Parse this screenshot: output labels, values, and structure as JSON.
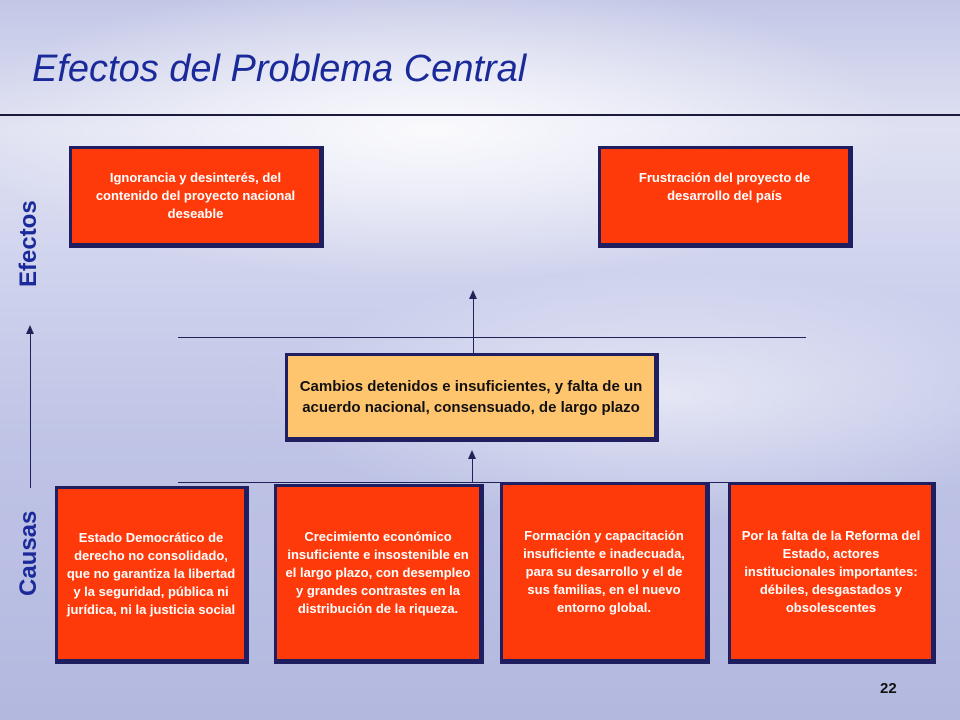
{
  "slide": {
    "title": "Efectos del Problema Central",
    "page_number": "22"
  },
  "side_labels": {
    "effects": "Efectos",
    "causes": "Causas"
  },
  "effects": [
    {
      "text": "Ignorancia y desinterés, del contenido del proyecto nacional deseable"
    },
    {
      "text": "Frustración del proyecto de desarrollo del país"
    }
  ],
  "central_problem": {
    "text": "Cambios detenidos e insuficientes, y falta de un acuerdo nacional, consensuado, de largo plazo"
  },
  "causes": [
    {
      "text": "Estado Democrático de derecho no consolidado, que no garantiza la libertad y la seguridad, pública ni jurídica, ni la justicia social"
    },
    {
      "text": "Crecimiento económico insuficiente e insostenible en el largo plazo, con desempleo y grandes contrastes en la distribución de la riqueza."
    },
    {
      "text": "Formación y capacitación insuficiente e inadecuada, para su desarrollo y el de sus familias, en el nuevo entorno global."
    },
    {
      "text": "Por la falta de la Reforma del Estado, actores institucionales importantes: débiles, desgastados y obsolescentes"
    }
  ],
  "colors": {
    "title": "#1a2a9a",
    "box_fill": "#ff3a0a",
    "center_fill": "#ffc56e",
    "border": "#1e1e60"
  }
}
